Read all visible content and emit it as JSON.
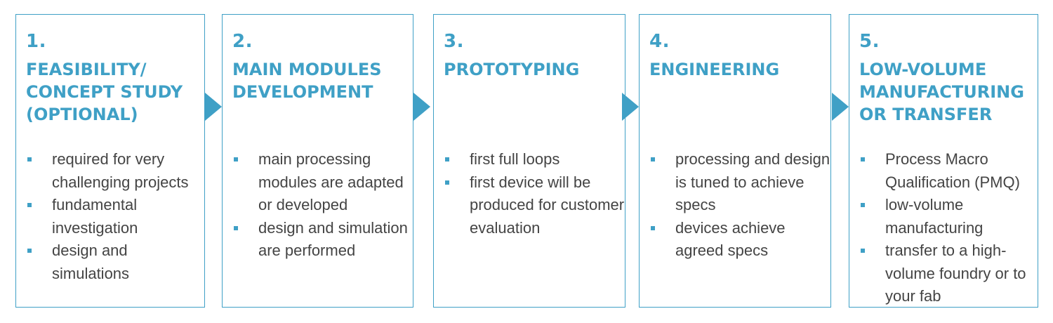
{
  "stages": [
    {
      "number": "1.",
      "title": "FEASIBILITY/\nCONCEPT STUDY\n(OPTIONAL)",
      "items": [
        "required for very challenging projects",
        "fundamental investigation",
        "design and simulations"
      ]
    },
    {
      "number": "2.",
      "title": "MAIN MODULES\nDEVELOPMENT",
      "items": [
        "main processing modules are adapted or developed",
        "design and simulation are performed"
      ]
    },
    {
      "number": "3.",
      "title": "PROTOTYPING",
      "items": [
        "first full loops",
        "first device will be produced for customer evaluation"
      ]
    },
    {
      "number": "4.",
      "title": "ENGINEERING",
      "items": [
        "processing and design is tuned to achieve specs",
        "devices achieve agreed specs"
      ]
    },
    {
      "number": "5.",
      "title": "LOW-VOLUME\nMANUFACTURING\nOR TRANSFER",
      "items": [
        "Process Macro Qualification (PMQ)",
        "low-volume manufacturing",
        "transfer to a high-volume foundry or to your fab"
      ]
    }
  ],
  "colors": {
    "accent": "#3fa0c6",
    "text": "#444444"
  },
  "icons": {
    "connector": "arrow-right-icon",
    "bullet": "square-bullet-icon"
  }
}
